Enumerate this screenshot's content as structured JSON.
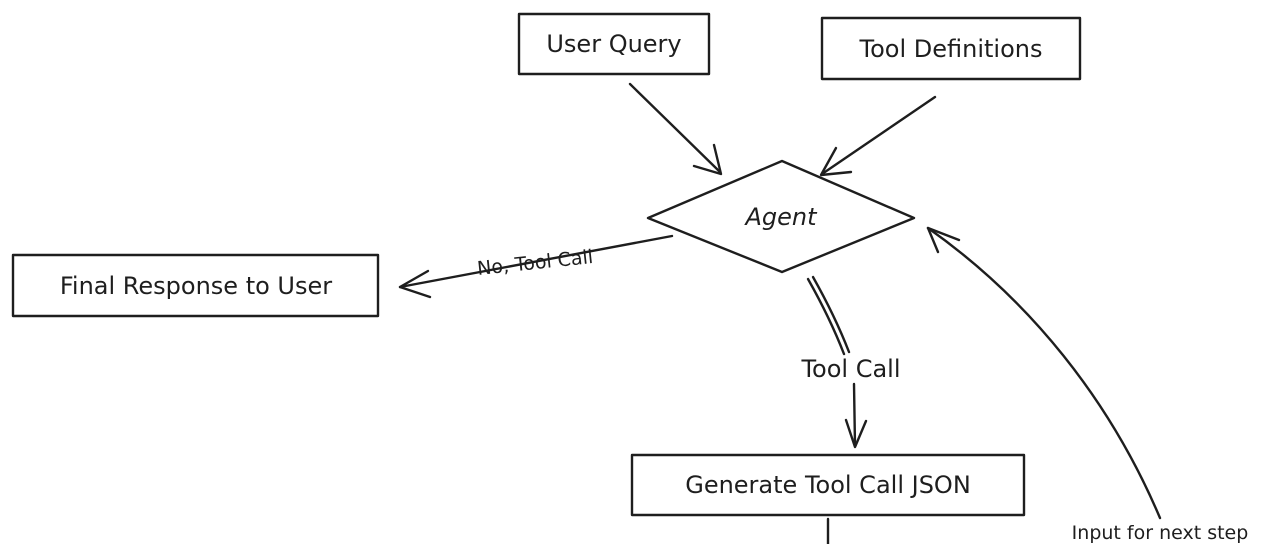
{
  "nodes": {
    "user_query": "User Query",
    "tool_definitions": "Tool Definitions",
    "agent": "Agent",
    "final_response": "Final Response to User",
    "generate_tool_call": "Generate Tool Call JSON"
  },
  "edges": {
    "no_tool_call": "No, Tool Call",
    "tool_call": "Tool Call",
    "input_next_step": "Input for next step"
  },
  "colors": {
    "stroke": "#1e1e1e",
    "background": "#ffffff"
  }
}
